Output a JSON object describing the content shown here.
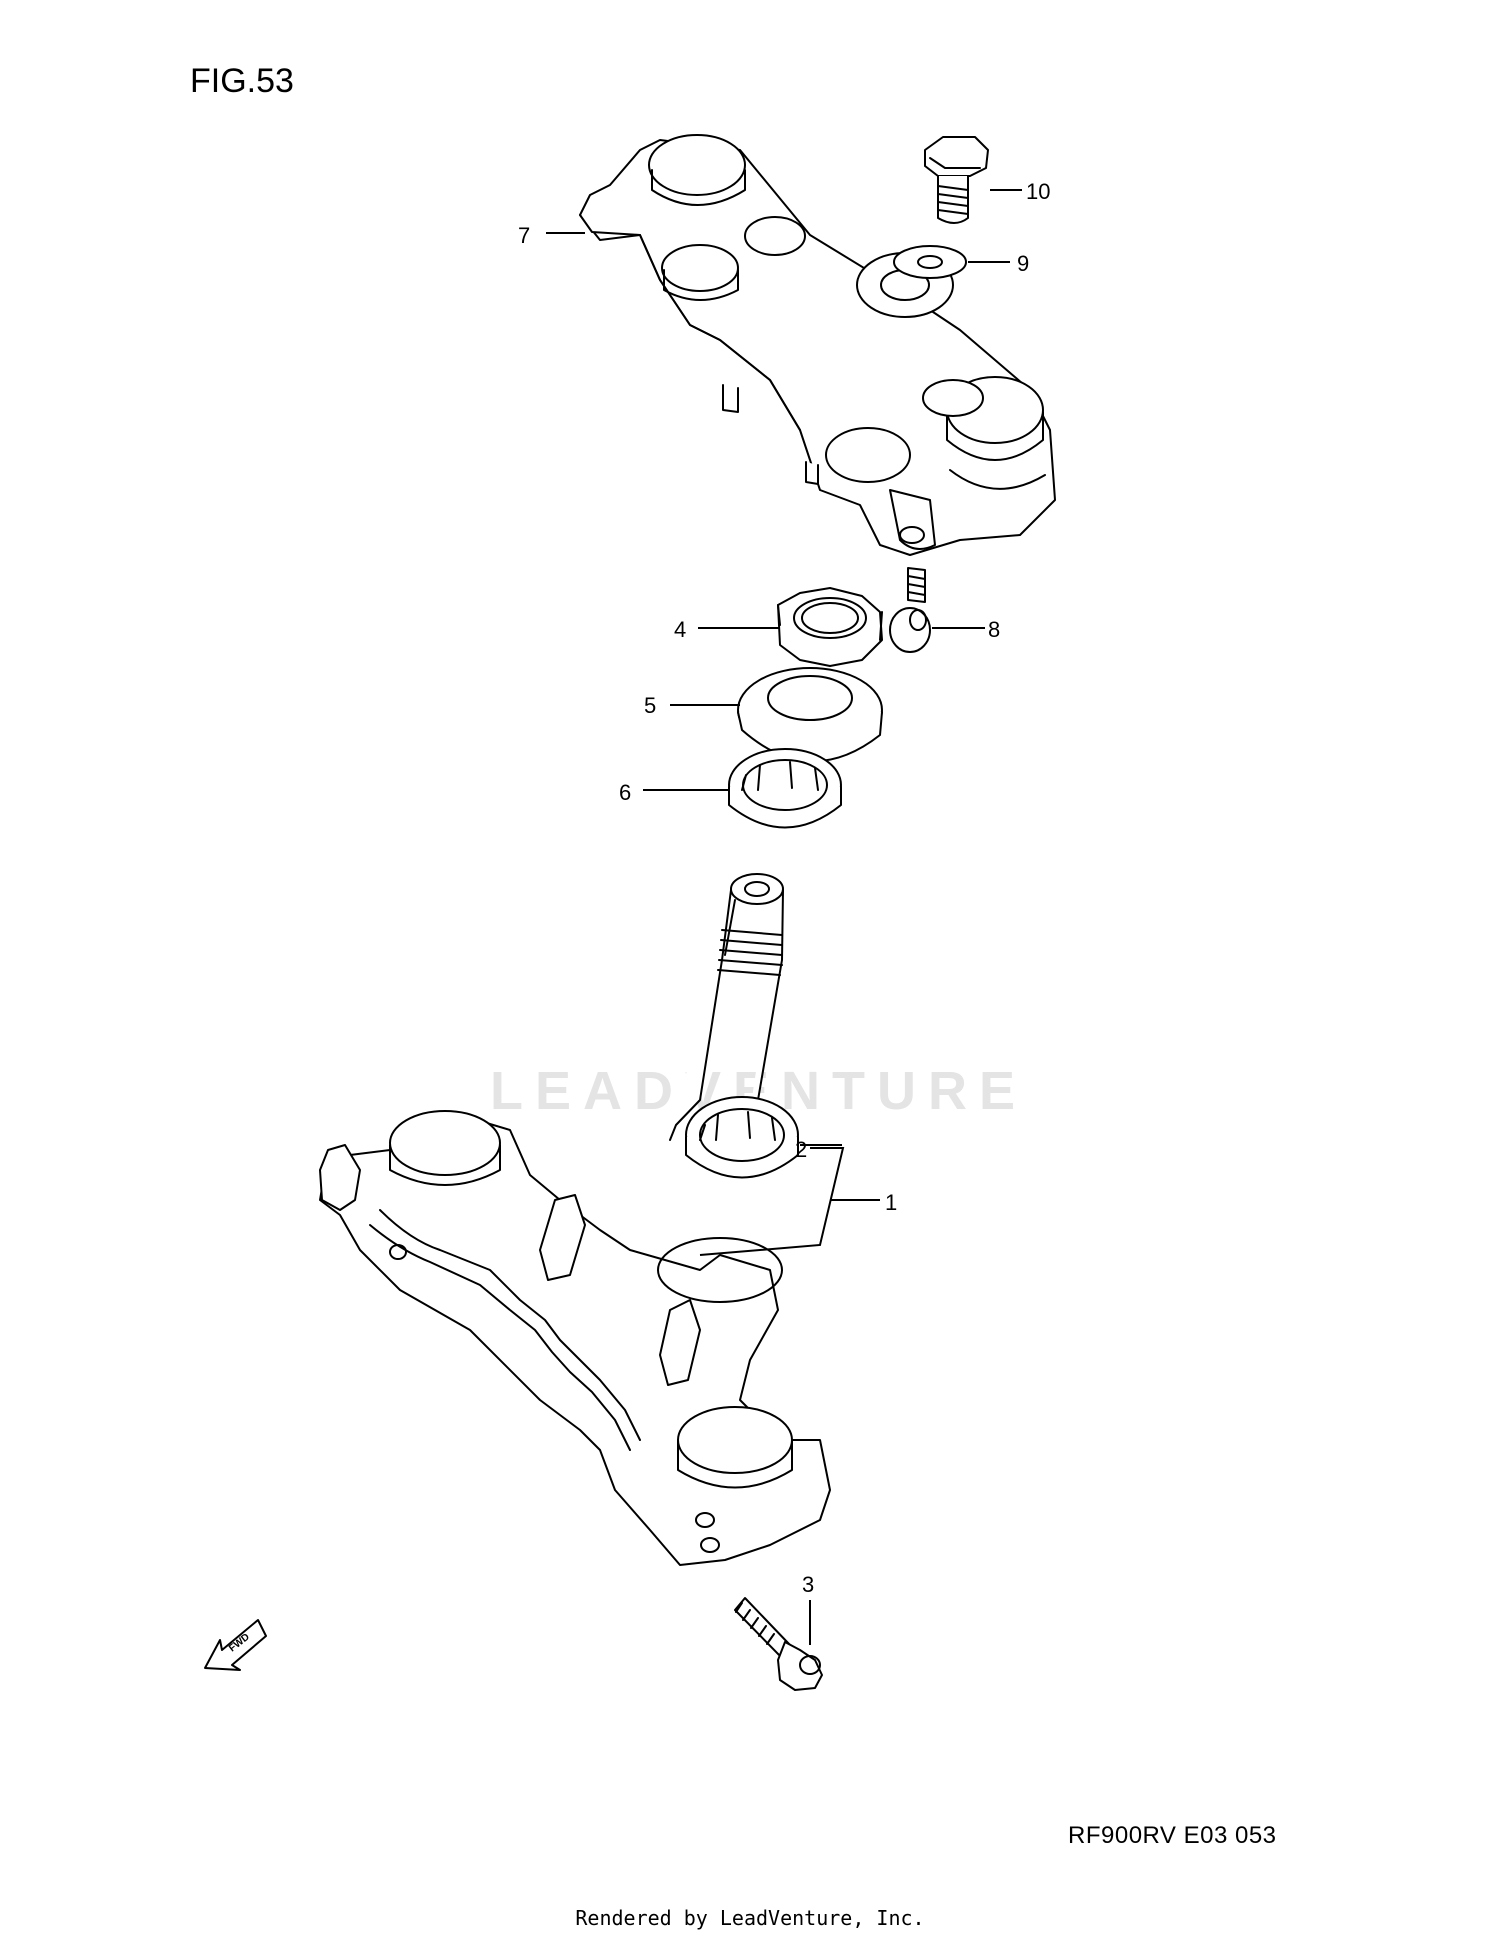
{
  "figure_title": "FIG.53",
  "diagram_code": "RF900RV E03  053",
  "footer": "Rendered by LeadVenture, Inc.",
  "watermark": "LEADVENTURE",
  "fwd_label": "FWD",
  "callouts": {
    "c1": "1",
    "c2": "2",
    "c3": "3",
    "c4": "4",
    "c5": "5",
    "c6": "6",
    "c7": "7",
    "c8": "8",
    "c9": "9",
    "c10": "10"
  }
}
